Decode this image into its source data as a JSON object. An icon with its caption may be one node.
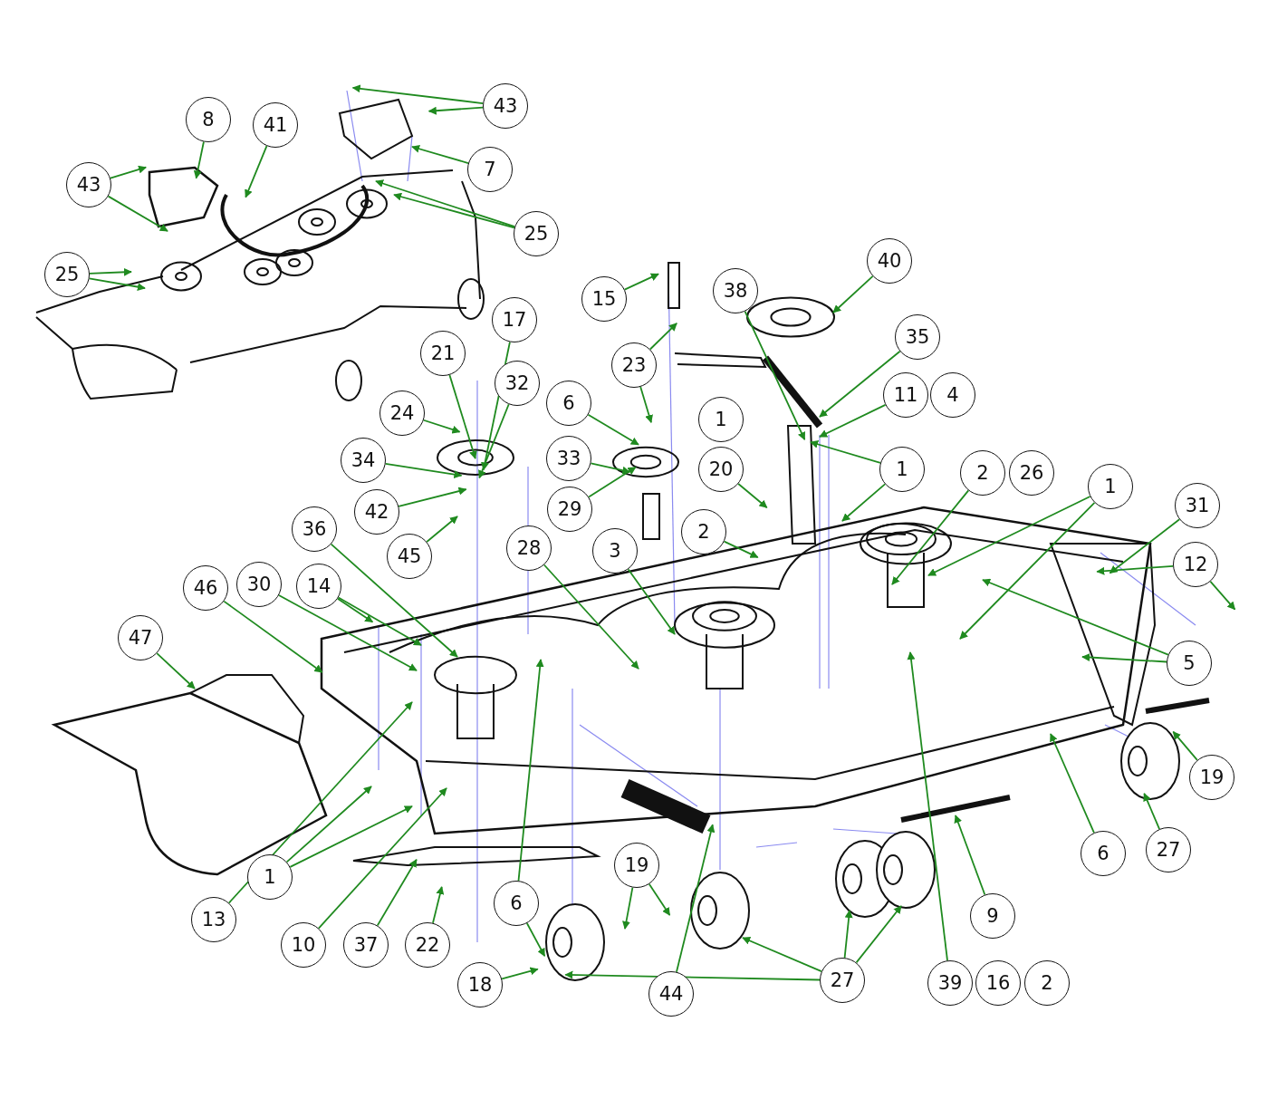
{
  "diagram": {
    "nodes": [
      {
        "text": [
          "43"
        ]
      },
      {
        "text": [
          "8"
        ]
      },
      {
        "text": [
          "41"
        ]
      },
      {
        "text": [
          "43"
        ]
      },
      {
        "text": [
          "7"
        ]
      },
      {
        "text": [
          "25"
        ]
      },
      {
        "text": [
          "25"
        ]
      },
      {
        "text": [
          "40"
        ]
      },
      {
        "text": [
          "15"
        ]
      },
      {
        "text": [
          "38"
        ]
      },
      {
        "text": [
          "17"
        ]
      },
      {
        "text": [
          "35"
        ]
      },
      {
        "text": [
          "21"
        ]
      },
      {
        "text": [
          "23"
        ]
      },
      {
        "text": [
          "32"
        ]
      },
      {
        "text": [
          "11"
        ]
      },
      {
        "text": [
          "4"
        ]
      },
      {
        "text": [
          "6"
        ]
      },
      {
        "text": [
          "24"
        ]
      },
      {
        "text": [
          "1"
        ]
      },
      {
        "text": [
          "34"
        ]
      },
      {
        "text": [
          "33"
        ]
      },
      {
        "text": [
          "20"
        ]
      },
      {
        "text": [
          "1"
        ]
      },
      {
        "text": [
          "2"
        ]
      },
      {
        "text": [
          "26"
        ]
      },
      {
        "text": [
          "1"
        ]
      },
      {
        "text": [
          "31"
        ]
      },
      {
        "text": [
          "42"
        ]
      },
      {
        "text": [
          "29"
        ]
      },
      {
        "text": [
          "2"
        ]
      },
      {
        "text": [
          "36"
        ]
      },
      {
        "text": [
          "45"
        ]
      },
      {
        "text": [
          "28"
        ]
      },
      {
        "text": [
          "3"
        ]
      },
      {
        "text": [
          "12"
        ]
      },
      {
        "text": [
          "46"
        ]
      },
      {
        "text": [
          "30"
        ]
      },
      {
        "text": [
          "14"
        ]
      },
      {
        "text": [
          "47"
        ]
      },
      {
        "text": [
          "5"
        ]
      },
      {
        "text": [
          "19"
        ]
      },
      {
        "text": [
          "6"
        ]
      },
      {
        "text": [
          "27"
        ]
      },
      {
        "text": [
          "19"
        ]
      },
      {
        "text": [
          "1"
        ]
      },
      {
        "text": [
          "6"
        ]
      },
      {
        "text": [
          "9"
        ]
      },
      {
        "text": [
          "13"
        ]
      },
      {
        "text": [
          "10"
        ]
      },
      {
        "text": [
          "37"
        ]
      },
      {
        "text": [
          "22"
        ]
      },
      {
        "text": [
          "27"
        ]
      },
      {
        "text": [
          "18"
        ]
      },
      {
        "text": [
          "44"
        ]
      },
      {
        "text": [
          "39"
        ]
      },
      {
        "text": [
          "16"
        ]
      },
      {
        "text": [
          "2"
        ]
      }
    ],
    "edges": [
      {
        "from": 0,
        "to": null,
        "arrow": "to"
      },
      {
        "from": 0,
        "to": null,
        "arrow": "to"
      },
      {
        "from": 1,
        "to": null,
        "arrow": "to"
      },
      {
        "from": 2,
        "to": null,
        "arrow": "to"
      },
      {
        "from": 3,
        "to": null,
        "arrow": "to"
      },
      {
        "from": 3,
        "to": null,
        "arrow": "to"
      },
      {
        "from": 4,
        "to": null,
        "arrow": "to"
      },
      {
        "from": 5,
        "to": null,
        "arrow": "to"
      },
      {
        "from": 5,
        "to": null,
        "arrow": "to"
      },
      {
        "from": 6,
        "to": null,
        "arrow": "to"
      },
      {
        "from": 6,
        "to": null,
        "arrow": "to"
      },
      {
        "from": 7,
        "to": null,
        "arrow": "to"
      },
      {
        "from": 8,
        "to": null,
        "arrow": "to"
      },
      {
        "from": 9,
        "to": null,
        "arrow": "to"
      },
      {
        "from": 10,
        "to": null,
        "arrow": "to"
      },
      {
        "from": 11,
        "to": null,
        "arrow": "to"
      },
      {
        "from": 12,
        "to": null,
        "arrow": "to"
      },
      {
        "from": 13,
        "to": null,
        "arrow": "to"
      },
      {
        "from": 13,
        "to": null,
        "arrow": "to"
      },
      {
        "from": 14,
        "to": null,
        "arrow": "to"
      },
      {
        "from": 15,
        "to": null,
        "arrow": "to"
      },
      {
        "from": 17,
        "to": null,
        "arrow": "to"
      },
      {
        "from": 18,
        "to": null,
        "arrow": "to"
      },
      {
        "from": 20,
        "to": null,
        "arrow": "to"
      },
      {
        "from": 21,
        "to": null,
        "arrow": "to"
      },
      {
        "from": 22,
        "to": null,
        "arrow": "to"
      },
      {
        "from": 23,
        "to": null,
        "arrow": "to"
      },
      {
        "from": 23,
        "to": null,
        "arrow": "to"
      },
      {
        "from": 24,
        "to": null,
        "arrow": "to"
      },
      {
        "from": 26,
        "to": null,
        "arrow": "to"
      },
      {
        "from": 26,
        "to": null,
        "arrow": "to"
      },
      {
        "from": 27,
        "to": null,
        "arrow": "to"
      },
      {
        "from": 28,
        "to": null,
        "arrow": "to"
      },
      {
        "from": 29,
        "to": null,
        "arrow": "to"
      },
      {
        "from": 30,
        "to": null,
        "arrow": "to"
      },
      {
        "from": 31,
        "to": null,
        "arrow": "to"
      },
      {
        "from": 32,
        "to": null,
        "arrow": "to"
      },
      {
        "from": 33,
        "to": null,
        "arrow": "to"
      },
      {
        "from": 34,
        "to": null,
        "arrow": "to"
      },
      {
        "from": 35,
        "to": null,
        "arrow": "to"
      },
      {
        "from": 35,
        "to": null,
        "arrow": "to"
      },
      {
        "from": 36,
        "to": null,
        "arrow": "to"
      },
      {
        "from": 37,
        "to": null,
        "arrow": "to"
      },
      {
        "from": 38,
        "to": null,
        "arrow": "to"
      },
      {
        "from": 38,
        "to": null,
        "arrow": "to"
      },
      {
        "from": 39,
        "to": null,
        "arrow": "to"
      },
      {
        "from": 40,
        "to": null,
        "arrow": "to"
      },
      {
        "from": 40,
        "to": null,
        "arrow": "to"
      },
      {
        "from": 41,
        "to": null,
        "arrow": "to"
      },
      {
        "from": 42,
        "to": null,
        "arrow": "to"
      },
      {
        "from": 43,
        "to": null,
        "arrow": "to"
      },
      {
        "from": 44,
        "to": null,
        "arrow": "to"
      },
      {
        "from": 44,
        "to": null,
        "arrow": "to"
      },
      {
        "from": 45,
        "to": null,
        "arrow": "to"
      },
      {
        "from": 45,
        "to": null,
        "arrow": "to"
      },
      {
        "from": 46,
        "to": null,
        "arrow": "to"
      },
      {
        "from": 46,
        "to": null,
        "arrow": "to"
      },
      {
        "from": 47,
        "to": null,
        "arrow": "to"
      },
      {
        "from": 48,
        "to": null,
        "arrow": "to"
      },
      {
        "from": 49,
        "to": null,
        "arrow": "to"
      },
      {
        "from": 50,
        "to": null,
        "arrow": "to"
      },
      {
        "from": 51,
        "to": null,
        "arrow": "to"
      },
      {
        "from": 52,
        "to": null,
        "arrow": "to"
      },
      {
        "from": 52,
        "to": null,
        "arrow": "to"
      },
      {
        "from": 52,
        "to": null,
        "arrow": "to"
      },
      {
        "from": 52,
        "to": null,
        "arrow": "to"
      },
      {
        "from": 53,
        "to": null,
        "arrow": "to"
      },
      {
        "from": 54,
        "to": null,
        "arrow": "to"
      },
      {
        "from": 55,
        "to": null,
        "arrow": "to"
      }
    ]
  }
}
